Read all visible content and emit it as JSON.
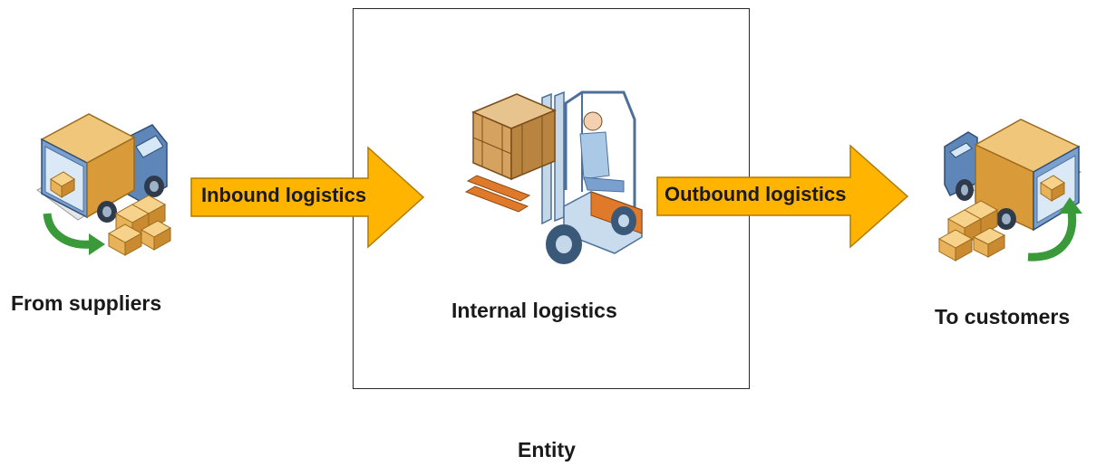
{
  "diagram": {
    "source_label": "From suppliers",
    "inbound_label": "Inbound logistics",
    "internal_label": "Internal logistics",
    "outbound_label": "Outbound logistics",
    "destination_label": "To customers",
    "entity_label": "Entity"
  },
  "icons": {
    "source": "delivery-truck-icon",
    "internal": "forklift-icon",
    "destination": "delivery-truck-icon"
  },
  "colors": {
    "arrow_fill": "#ffb400",
    "arrow_stroke": "#b07a00",
    "green_arrow": "#3a9a3a",
    "box_fill": "#e0a84a"
  }
}
